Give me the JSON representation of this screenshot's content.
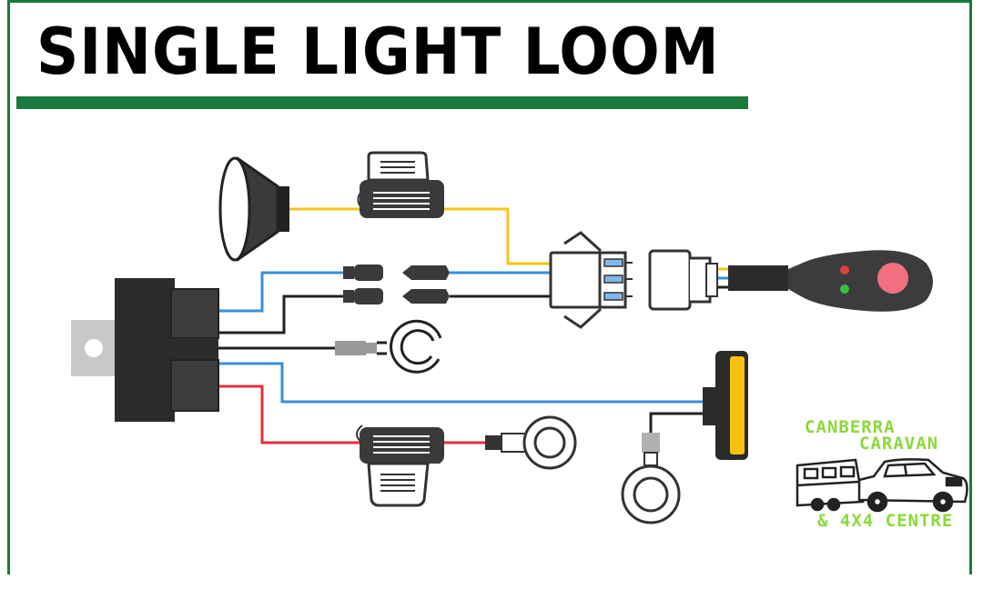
{
  "title": "SINGLE LIGHT LOOM",
  "logo": {
    "line1": "CANBERRA",
    "line2": "CARAVAN",
    "line3": "& 4X4 CENTRE"
  },
  "colors": {
    "frame": "#1a7a3c",
    "wire_yellow": "#f5c518",
    "wire_blue": "#3a8fd8",
    "wire_red": "#e0303a",
    "wire_black": "#222222",
    "logo_green": "#8bd93a"
  },
  "icons": [
    "spotlight-icon",
    "fuse-icon",
    "relay-icon",
    "connector-icon",
    "switch-icon",
    "ring-terminal-icon",
    "led-indicator-icon"
  ]
}
